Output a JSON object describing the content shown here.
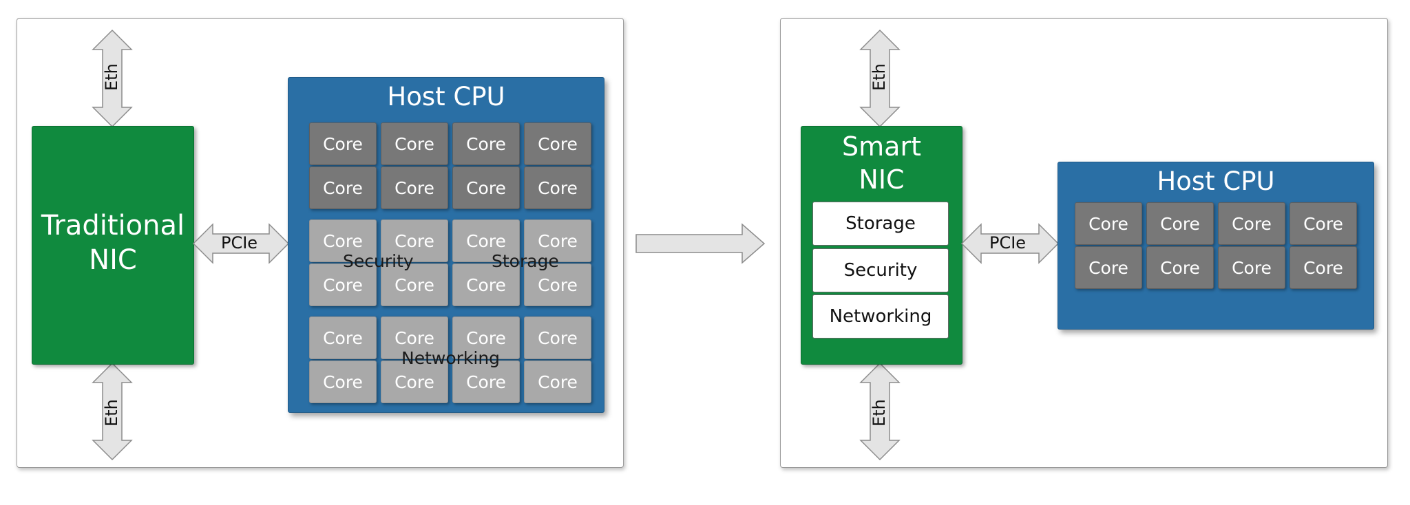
{
  "left": {
    "nic_label": "Traditional\nNIC",
    "eth_top": "Eth",
    "eth_bottom": "Eth",
    "pcie": "PCIe",
    "cpu_title": "Host CPU",
    "core_label": "Core",
    "overlay_security": "Security",
    "overlay_storage": "Storage",
    "overlay_networking": "Networking"
  },
  "right": {
    "nic_label": "Smart\nNIC",
    "services": [
      "Storage",
      "Security",
      "Networking"
    ],
    "eth_top": "Eth",
    "eth_bottom": "Eth",
    "pcie": "PCIe",
    "cpu_title": "Host CPU",
    "core_label": "Core"
  },
  "colors": {
    "nic_green": "#108a3e",
    "cpu_blue": "#2a6fa5",
    "core_dark": "#787878",
    "core_light": "#a9a9a9"
  }
}
